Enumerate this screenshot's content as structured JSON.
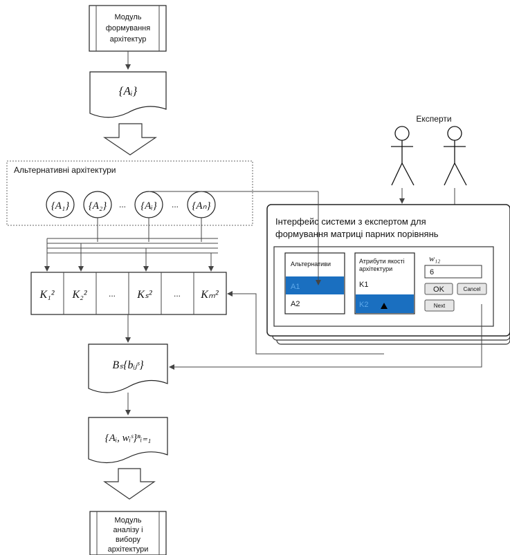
{
  "module_top": {
    "line1": "Модуль",
    "line2": "формування",
    "line3": "архітектур"
  },
  "set_ai": "{Aᵢ}",
  "alt_group": {
    "title": "Альтернативні архітектури",
    "items": [
      "{A₁}",
      "{A₂}",
      "{Aᵢ}",
      "{Aₙ}"
    ],
    "ellipsis": "..."
  },
  "criteria": [
    "K₁²",
    "K₂²",
    "...",
    "Kₛ²",
    "...",
    "Kₘ²"
  ],
  "experts": {
    "label": "Експерти"
  },
  "interface": {
    "title_line1": "Інтерфейс системи з експертом для",
    "title_line2": "формування матриці парних порівнянь",
    "alt_panel": {
      "header": "Альтернативи",
      "rows": [
        "A1",
        "A2"
      ]
    },
    "attr_panel": {
      "header_line1": "Атрибути якості",
      "header_line2": "архітектури",
      "rows": [
        "K1",
        "K2"
      ]
    },
    "weight_label": "w₁₂",
    "weight_value": "6",
    "ok_label": "OK",
    "cancel_label": "Cancel",
    "next_label": "Next",
    "selection_color": "#1a6fc0"
  },
  "matrix_doc": "Bₛ{bᵢⱼˢ}",
  "result_doc": "{Aᵢ, wᵢˢ}ⁿᵢ₌₁",
  "module_bottom": {
    "line1": "Модуль",
    "line2": "аналізу і",
    "line3": "вибору",
    "line4": "архітектури"
  }
}
